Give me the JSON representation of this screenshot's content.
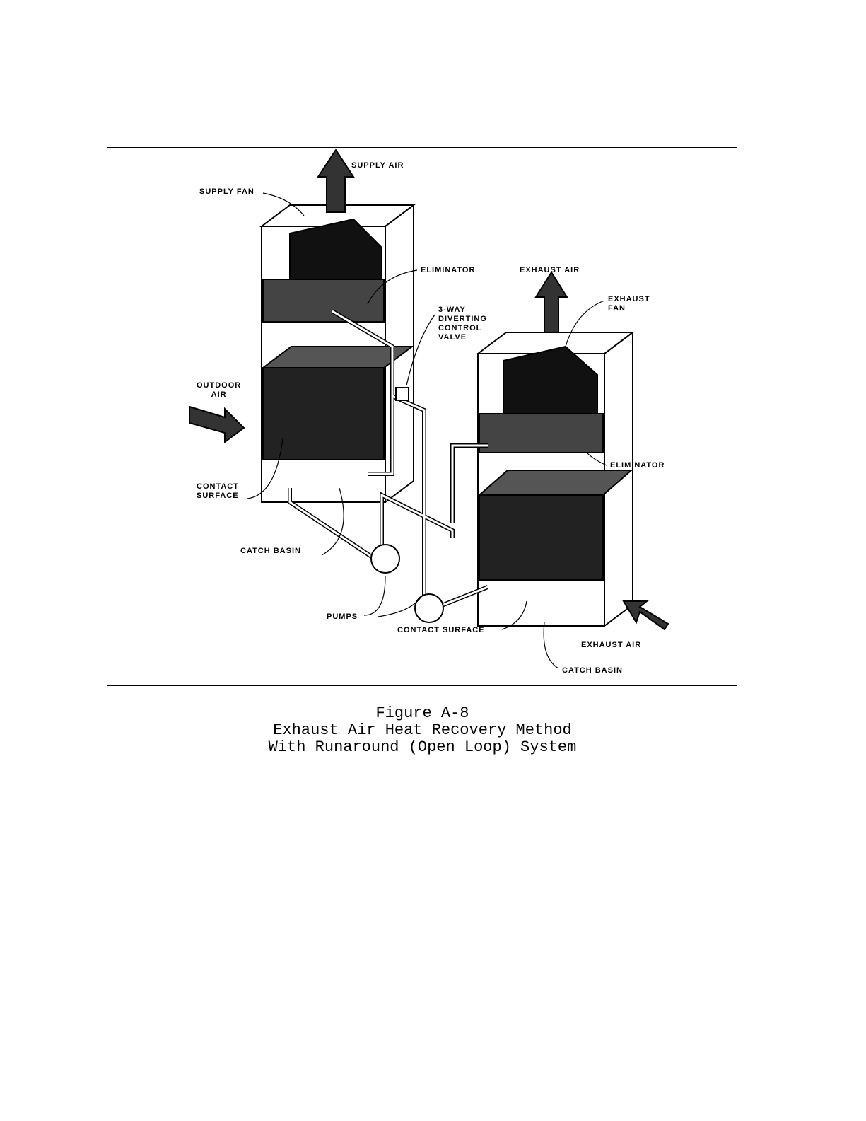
{
  "figure": {
    "labels": {
      "supply_air": "SUPPLY AIR",
      "supply_fan": "SUPPLY FAN",
      "eliminator_left": "ELIMINATOR",
      "exhaust_air_top": "EXHAUST AIR",
      "exhaust_fan": "EXHAUST\nFAN",
      "valve": "3-WAY\nDIVERTING\nCONTROL\nVALVE",
      "outdoor_air": "OUTDOOR\nAIR",
      "eliminator_right": "ELIMINATOR",
      "contact_surface_left": "CONTACT\nSURFACE",
      "catch_basin_left": "CATCH BASIN",
      "pumps": "PUMPS",
      "contact_surface_right": "CONTACT SURFACE",
      "exhaust_air_bottom": "EXHAUST AIR",
      "catch_basin_right": "CATCH BASIN"
    }
  },
  "caption": {
    "line1": "Figure A-8",
    "line2": "Exhaust Air Heat Recovery Method",
    "line3": "With Runaround (Open Loop) System"
  }
}
